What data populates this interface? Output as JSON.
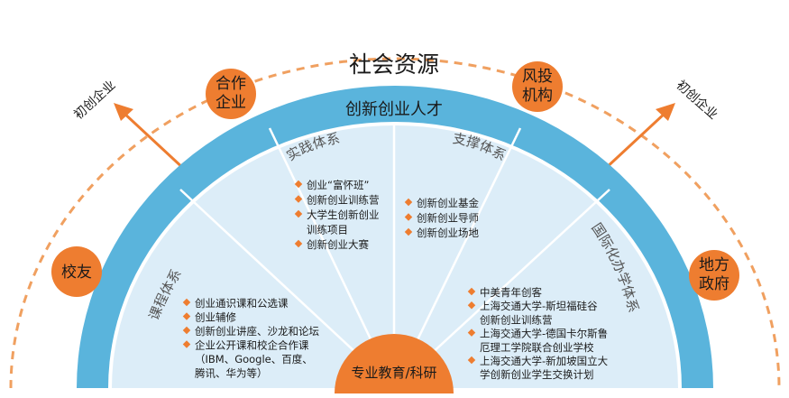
{
  "title": "社会资源",
  "arc_label": "创新创业人才",
  "core": "专业教育/科研",
  "outer_left_arrow": "初创企业",
  "outer_right_arrow": "初创企业",
  "stakeholders": {
    "alumni": "校友",
    "partner": [
      "合作",
      "企业"
    ],
    "vc": [
      "风投",
      "机构"
    ],
    "gov": [
      "地方",
      "政府"
    ]
  },
  "sectors": {
    "practice": {
      "label": "实践体系",
      "items": [
        {
          "text": "创业“富怀班”",
          "bullet": true
        },
        {
          "text": "创新创业训练营",
          "bullet": true
        },
        {
          "text": "大学生创新创业",
          "bullet": true
        },
        {
          "text": "训练项目",
          "bullet": false
        },
        {
          "text": "创新创业大赛",
          "bullet": true
        }
      ]
    },
    "support": {
      "label": "支撑体系",
      "items": [
        {
          "text": "创新创业基金",
          "bullet": true
        },
        {
          "text": "创新创业导师",
          "bullet": true
        },
        {
          "text": "创新创业场地",
          "bullet": true
        }
      ]
    },
    "course": {
      "label": "课程体系",
      "items": [
        {
          "text": "创业通识课和公选课",
          "bullet": true
        },
        {
          "text": "创业辅修",
          "bullet": true
        },
        {
          "text": "创新创业讲座、沙龙和论坛",
          "bullet": true
        },
        {
          "text": "企业公开课和校企合作课",
          "bullet": true
        },
        {
          "text": "（IBM、Google、百度、",
          "bullet": false
        },
        {
          "text": "腾讯、华为等）",
          "bullet": false
        }
      ]
    },
    "international": {
      "label": "国际化办学体系",
      "items": [
        {
          "text": "中美青年创客",
          "bullet": true
        },
        {
          "text": "上海交通大学-斯坦福硅谷",
          "bullet": true
        },
        {
          "text": "创新创业训练营",
          "bullet": false
        },
        {
          "text": "上海交通大学-德国卡尔斯鲁",
          "bullet": true
        },
        {
          "text": "厄理工学院联合创业学校",
          "bullet": false
        },
        {
          "text": "上海交通大学-新加坡国立大",
          "bullet": true
        },
        {
          "text": "学创新创业学生交换计划",
          "bullet": false
        }
      ]
    }
  },
  "colors": {
    "blue": "#5ab4dc",
    "light_blue": "#dcedf8",
    "orange": "#ee7d30",
    "dashed": "#f0a060"
  }
}
